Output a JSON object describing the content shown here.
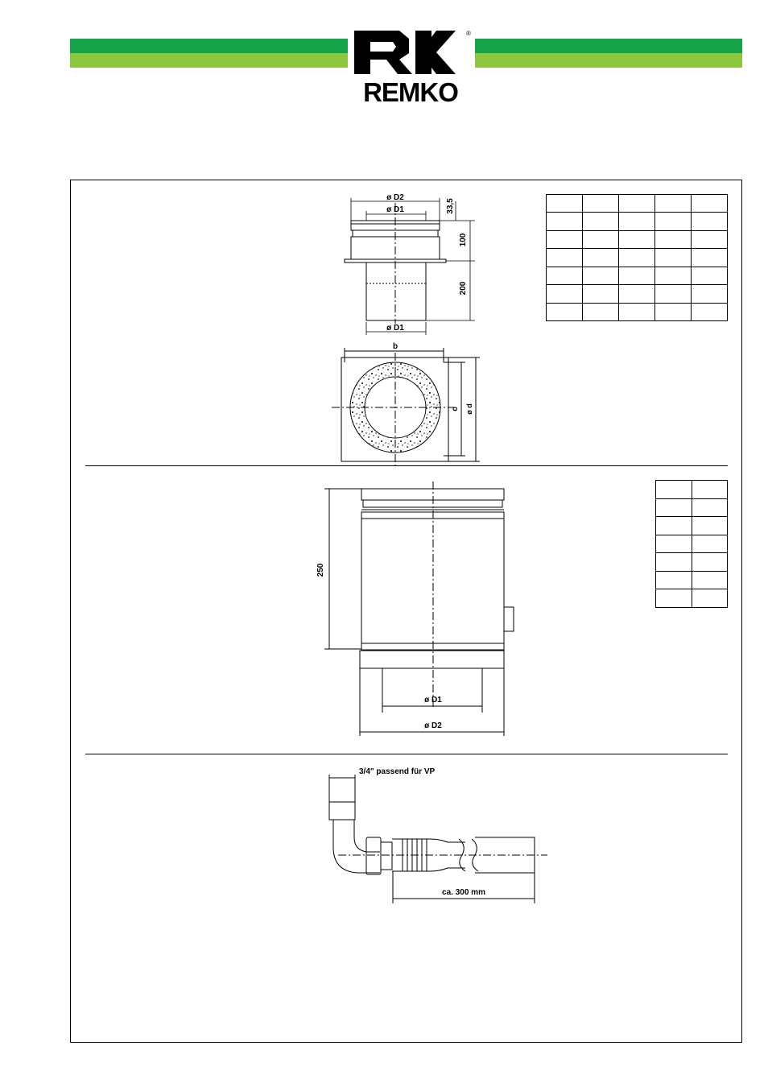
{
  "colors": {
    "band_dark": "#16a34a",
    "band_light": "#8cc63f"
  },
  "header": {
    "brand": "REMKO",
    "registered_mark": "®"
  },
  "section1": {
    "label_d2_top": "ø D2",
    "label_d1_top": "ø D1",
    "label_335": "33,5",
    "label_100": "100",
    "label_200": "200",
    "label_d1_bottom": "ø D1",
    "label_b": "b",
    "label_c": "c",
    "label_d": "ø d",
    "table": {
      "rows": 7,
      "cols": 5
    }
  },
  "section2": {
    "label_250": "250",
    "label_d1": "ø D1",
    "label_d2": "ø D2",
    "table": {
      "rows": 7,
      "cols": 2
    }
  },
  "section3": {
    "label_fitting": "3/4\" passend für VP",
    "label_length": "ca. 300 mm"
  }
}
